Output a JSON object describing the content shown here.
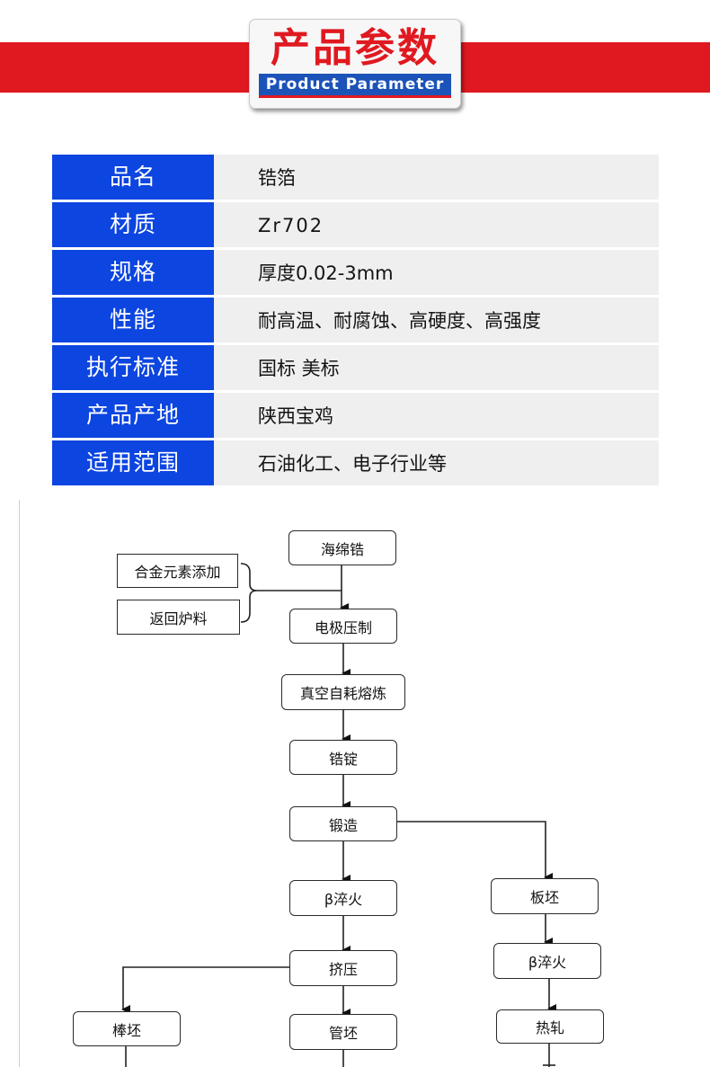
{
  "header": {
    "title_cn": "产品参数",
    "title_en": "Product Parameter",
    "accent_red": "#e01920",
    "accent_blue": "#1b53b8"
  },
  "params": [
    {
      "label": "品名",
      "value": "锆箔"
    },
    {
      "label": "材质",
      "value": "Zr702"
    },
    {
      "label": "规格",
      "value": "厚度0.02-3mm"
    },
    {
      "label": "性能",
      "value": "耐高温、耐腐蚀、高硬度、高强度"
    },
    {
      "label": "执行标准",
      "value": "国标 美标"
    },
    {
      "label": "产品产地",
      "value": "陕西宝鸡"
    },
    {
      "label": "适用范围",
      "value": "石油化工、电子行业等"
    }
  ],
  "flowchart": {
    "inputs": {
      "alloy": "合金元素添加",
      "recycled": "返回炉料"
    },
    "steps": {
      "sponge": "海绵锆",
      "electrode": "电极压制",
      "vacuum": "真空自耗熔炼",
      "ingot": "锆锭",
      "forging": "锻造",
      "quench_main": "β淬火",
      "extrusion": "挤压",
      "bar_billet": "棒坯",
      "tube_billet": "管坯",
      "plate_billet": "板坯",
      "quench_plate": "β淬火",
      "hot_rolling": "热轧"
    }
  }
}
